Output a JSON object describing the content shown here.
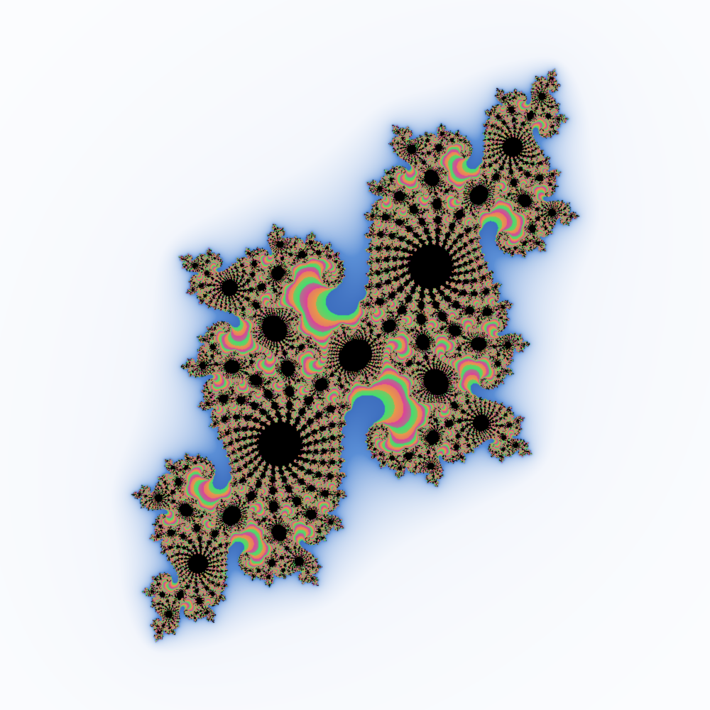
{
  "image": {
    "subject": "julia-set-fractal",
    "fractal": {
      "c_re": -0.744,
      "c_im": 0.148,
      "center_re": 0.0,
      "center_im": 0.0,
      "rotation_deg": -58,
      "span": 3.05,
      "max_iter": 140
    },
    "colors": {
      "background": "#ffffff",
      "halo": "#f3f6fc",
      "blue": "#5b8fd6",
      "blue_dark": "#3e6fbf",
      "magenta": "#e0409a",
      "green": "#3ee070",
      "orange": "#e89a48",
      "interior": "#000000"
    }
  }
}
